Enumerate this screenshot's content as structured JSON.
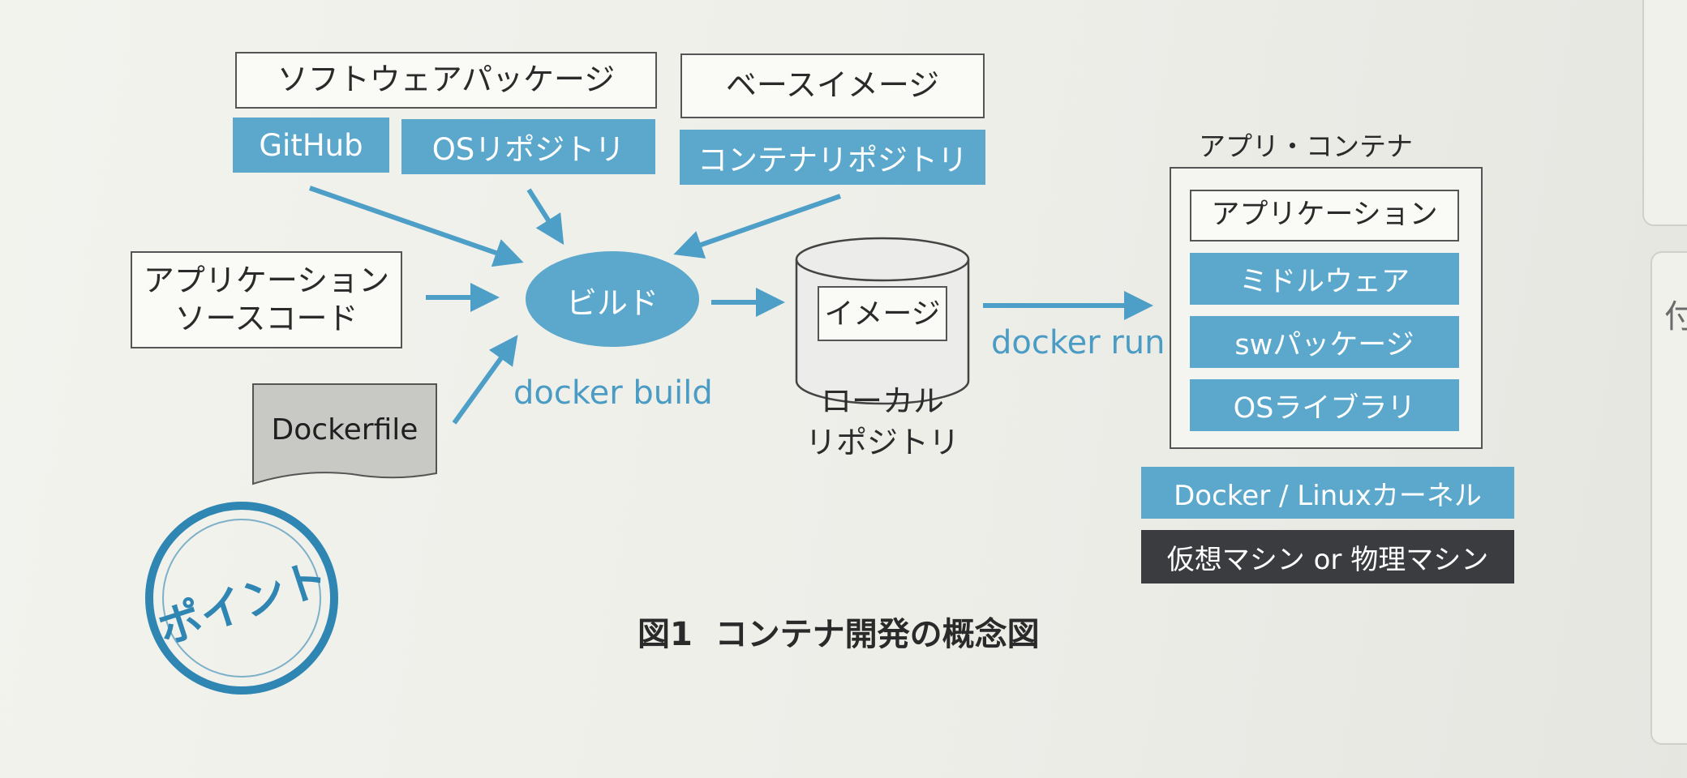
{
  "top_sources": {
    "software_package": "ソフトウェアパッケージ",
    "base_image": "ベースイメージ",
    "github": "GitHub",
    "os_repository": "OSリポジトリ",
    "container_repository": "コンテナリポジトリ"
  },
  "inputs": {
    "app_source_code": "アプリケーション\nソースコード",
    "dockerfile": "Dockerfile"
  },
  "build": {
    "node": "ビルド",
    "command": "docker build"
  },
  "local_repo": {
    "image": "イメージ",
    "label": "ローカル\nリポジトリ"
  },
  "run": {
    "command": "docker run"
  },
  "app_container": {
    "title": "アプリ・コンテナ",
    "application": "アプリケーション",
    "middleware": "ミドルウェア",
    "sw_package": "swパッケージ",
    "os_library": "OSライブラリ"
  },
  "platform": {
    "docker_linux": "Docker / Linuxカーネル",
    "machine": "仮想マシン or 物理マシン"
  },
  "caption": "図1  コンテナ開発の概念図",
  "stamp": "ポイント",
  "side_margin_char": "付",
  "colors": {
    "accent_blue": "#5ba8cc",
    "stamp_blue": "#2f86b3",
    "dark": "#3a3c40"
  }
}
